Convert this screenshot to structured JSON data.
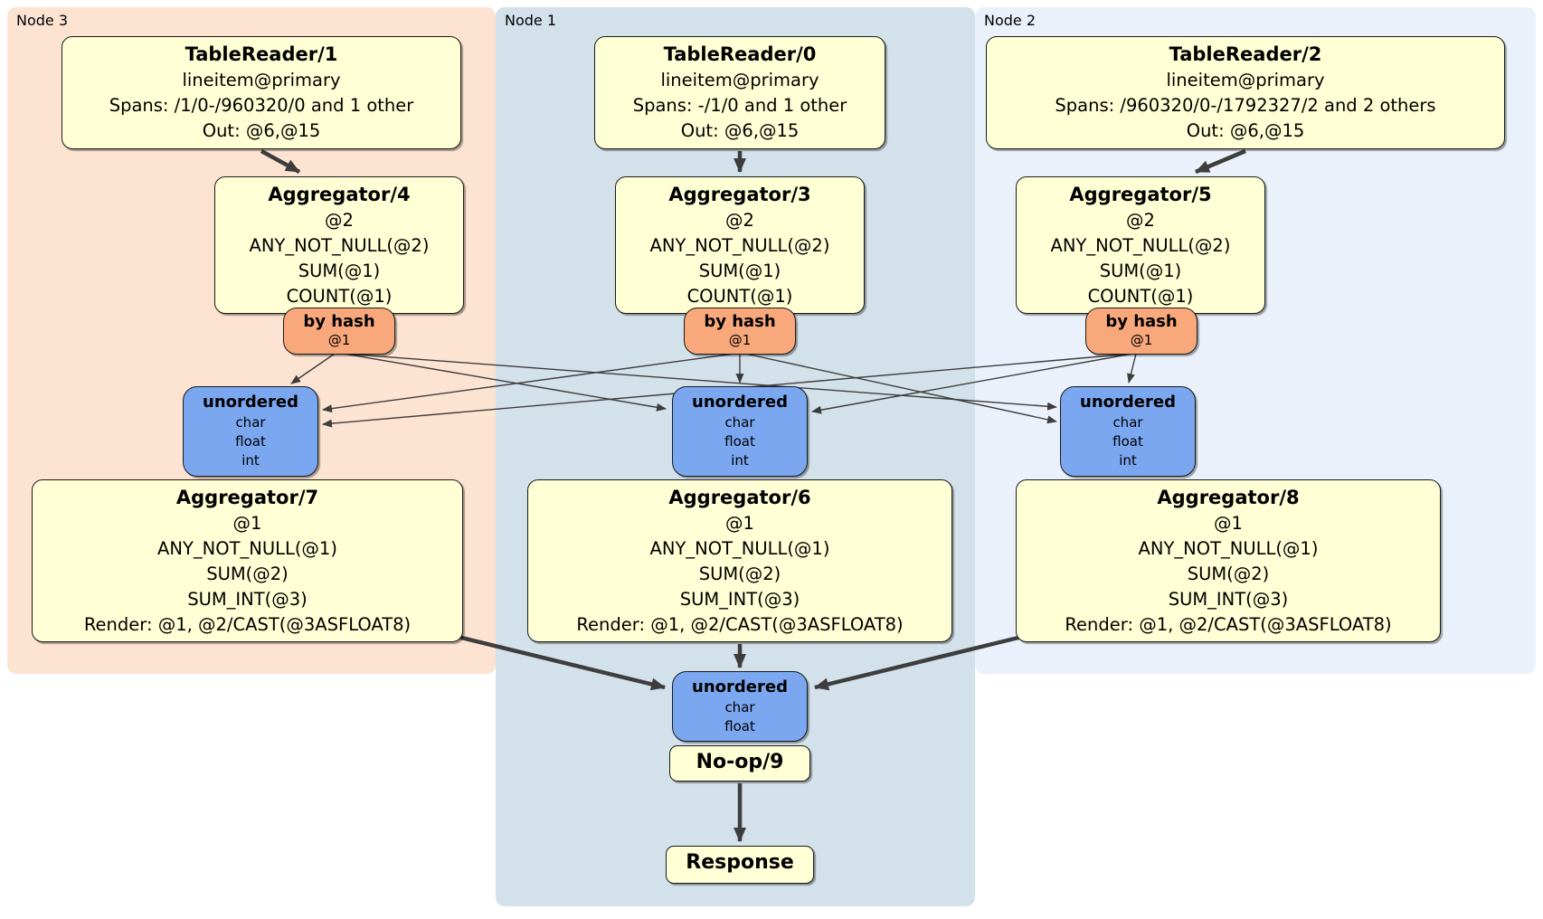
{
  "panels": [
    {
      "label": "Node 3",
      "color": "#fde3d2"
    },
    {
      "label": "Node 1",
      "color": "#d3e1ea"
    },
    {
      "label": "Node 2",
      "color": "#ebf1fb"
    }
  ],
  "colors": {
    "processor_box": "#ffffd5",
    "hash_router": "#f9a87c",
    "sync_box": "#7aa7f0",
    "edge": "#3d3d3d"
  },
  "nodes": {
    "tr1": {
      "title": "TableReader/1",
      "lines": [
        "lineitem@primary",
        "Spans: /1/0-/960320/0 and 1 other",
        "Out: @6,@15"
      ]
    },
    "tr0": {
      "title": "TableReader/0",
      "lines": [
        "lineitem@primary",
        "Spans: -/1/0 and 1 other",
        "Out: @6,@15"
      ]
    },
    "tr2": {
      "title": "TableReader/2",
      "lines": [
        "lineitem@primary",
        "Spans: /960320/0-/1792327/2 and 2 others",
        "Out: @6,@15"
      ]
    },
    "agg4": {
      "title": "Aggregator/4",
      "lines": [
        "@2",
        "ANY_NOT_NULL(@2)",
        "SUM(@1)",
        "COUNT(@1)"
      ]
    },
    "agg3": {
      "title": "Aggregator/3",
      "lines": [
        "@2",
        "ANY_NOT_NULL(@2)",
        "SUM(@1)",
        "COUNT(@1)"
      ]
    },
    "agg5": {
      "title": "Aggregator/5",
      "lines": [
        "@2",
        "ANY_NOT_NULL(@2)",
        "SUM(@1)",
        "COUNT(@1)"
      ]
    },
    "byhash": {
      "title": "by hash",
      "key": "@1"
    },
    "merge3": {
      "title": "unordered",
      "types": [
        "char",
        "float",
        "int"
      ]
    },
    "agg7": {
      "title": "Aggregator/7",
      "lines": [
        "@1",
        "ANY_NOT_NULL(@1)",
        "SUM(@2)",
        "SUM_INT(@3)",
        "Render: @1, @2/CAST(@3ASFLOAT8)"
      ]
    },
    "agg6": {
      "title": "Aggregator/6",
      "lines": [
        "@1",
        "ANY_NOT_NULL(@1)",
        "SUM(@2)",
        "SUM_INT(@3)",
        "Render: @1, @2/CAST(@3ASFLOAT8)"
      ]
    },
    "agg8": {
      "title": "Aggregator/8",
      "lines": [
        "@1",
        "ANY_NOT_NULL(@1)",
        "SUM(@2)",
        "SUM_INT(@3)",
        "Render: @1, @2/CAST(@3ASFLOAT8)"
      ]
    },
    "merge2": {
      "title": "unordered",
      "types": [
        "char",
        "float"
      ]
    },
    "noop": {
      "title": "No-op/9"
    },
    "response": {
      "title": "Response"
    }
  }
}
